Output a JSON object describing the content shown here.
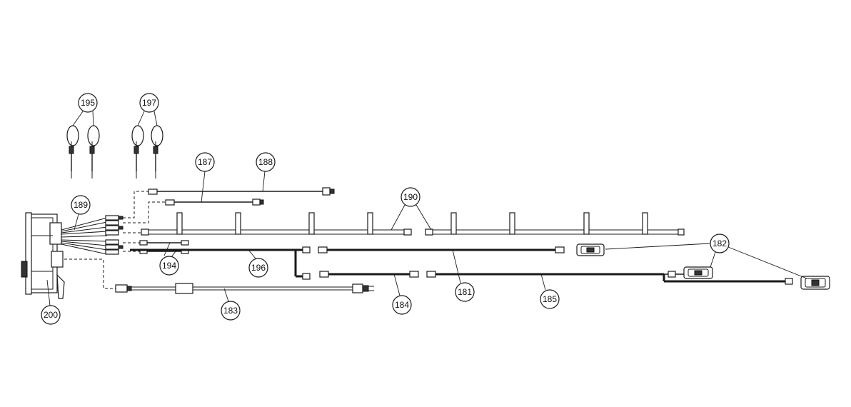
{
  "callouts": {
    "c195": "195",
    "c197": "197",
    "c187": "187",
    "c188": "188",
    "c189": "189",
    "c190": "190",
    "c182": "182",
    "c194": "194",
    "c196": "196",
    "c181": "181",
    "c185": "185",
    "c184": "184",
    "c183": "183",
    "c200": "200"
  }
}
